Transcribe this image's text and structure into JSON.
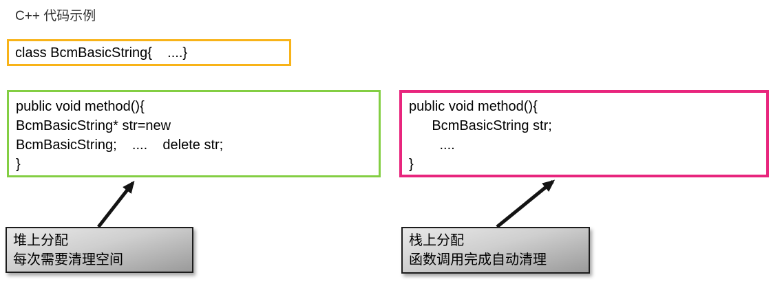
{
  "title": "C++ 代码示例",
  "colors": {
    "class_box_border": "#F8B318",
    "heap_box_border": "#83CE43",
    "stack_box_border": "#E8257D",
    "label_box_gradient_top": "#E9E9E9",
    "label_box_gradient_bottom": "#9A9A9A",
    "arrow": "#141414",
    "code_text": "#000000"
  },
  "class_box": {
    "code": "class BcmBasicString{    ....}"
  },
  "heap_code_box": {
    "lines": [
      "public void method(){",
      "BcmBasicString* str=new",
      "BcmBasicString;    ....    delete str;",
      "}"
    ]
  },
  "stack_code_box": {
    "lines": [
      "public void method(){",
      "      BcmBasicString str;",
      "        ....",
      "}"
    ]
  },
  "heap_label": {
    "lines": [
      "堆上分配",
      "每次需要清理空间"
    ]
  },
  "stack_label": {
    "lines": [
      "栈上分配",
      "函数调用完成自动清理"
    ]
  }
}
